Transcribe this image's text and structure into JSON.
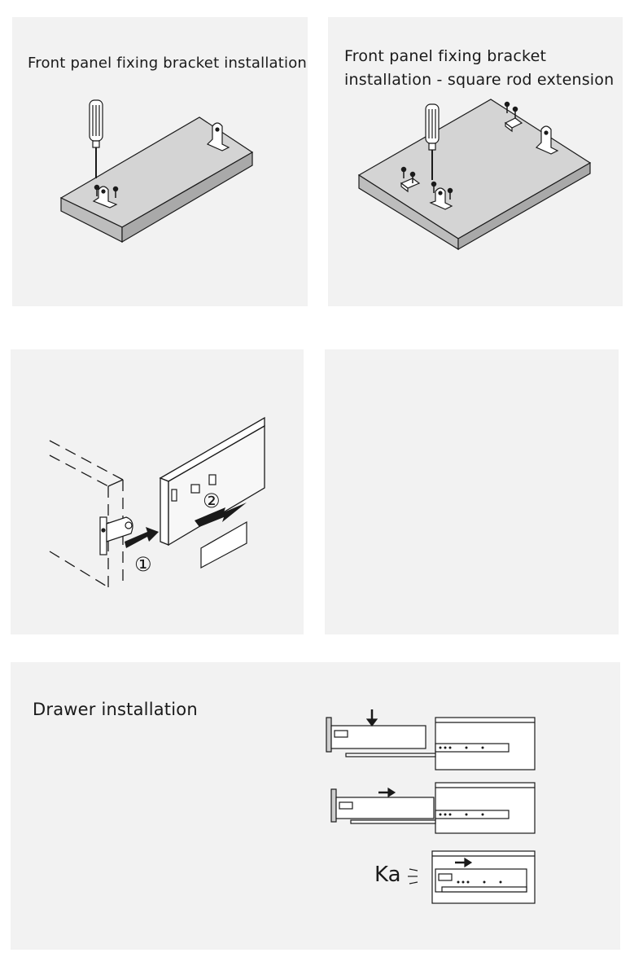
{
  "panels": {
    "p1": {
      "title": "Front panel fixing bracket installation"
    },
    "p2": {
      "title": "Front panel fixing bracket\ninstallation - square rod extension"
    },
    "p3": {
      "step1": "①",
      "step2": "②"
    },
    "p5": {
      "title": "Drawer installation",
      "sound": "Ka"
    }
  },
  "colors": {
    "panel_bg": "#f2f2f2",
    "board_top": "#d4d4d4",
    "board_edge": "#a9a9a9",
    "line": "#1a1a1a"
  }
}
